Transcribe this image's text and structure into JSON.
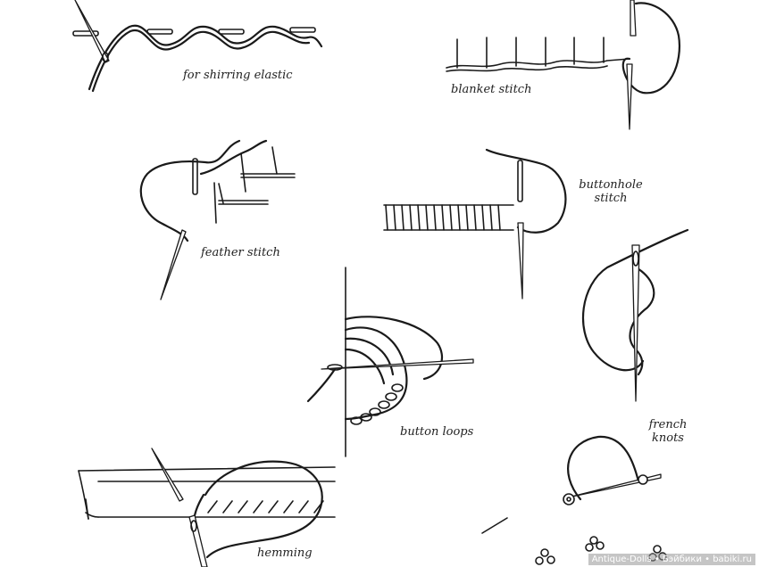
{
  "labels": {
    "shirring": "for shirring elastic",
    "blanket": "blanket stitch",
    "buttonhole_line1": "buttonhole",
    "buttonhole_line2": "stitch",
    "feather": "feather stitch",
    "button_loops": "button loops",
    "french_line1": "french",
    "french_line2": "knots",
    "hemming": "hemming"
  },
  "watermark": "Antique-Dolls • Бэйбики • babiki.ru"
}
